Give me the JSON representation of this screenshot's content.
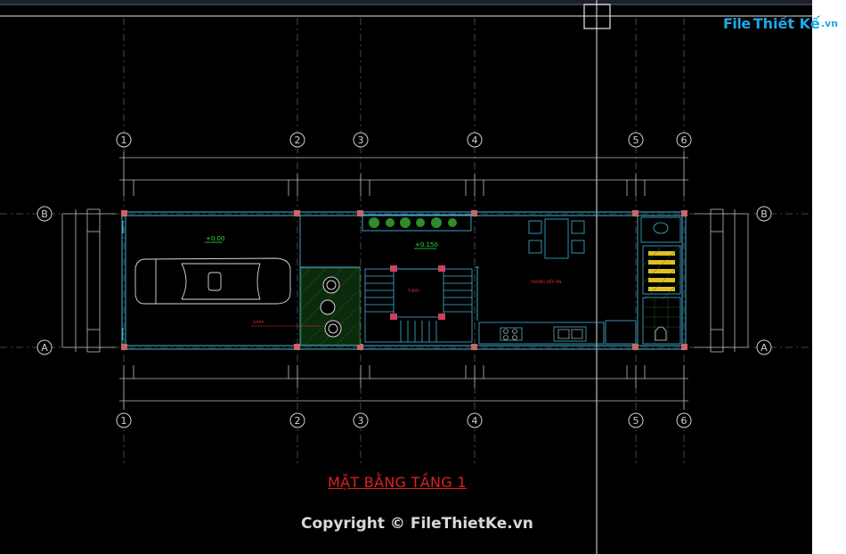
{
  "logo": {
    "brand_file": "File",
    "brand_rest": "Thiết Kế",
    "brand_tld": ".vn"
  },
  "plan_title": "MẶT BẰNG TẦNG 1",
  "copyright": "Copyright © FileThietKe.vn",
  "grid_axes": {
    "columns": [
      "1",
      "2",
      "3",
      "4",
      "5",
      "6"
    ],
    "rows": [
      "A",
      "B"
    ]
  },
  "levels": {
    "garage": "+0.00",
    "living": "+0.150"
  },
  "room_labels": {
    "stair": "T.MÁY",
    "kitchen": "PHÒNG BẾP ĂN",
    "garage": "GARA"
  },
  "colors": {
    "background": "#000000",
    "wall": "#3fb5d8",
    "axis": "#c8c8c8",
    "title": "#e02020",
    "level": "#35e035"
  }
}
